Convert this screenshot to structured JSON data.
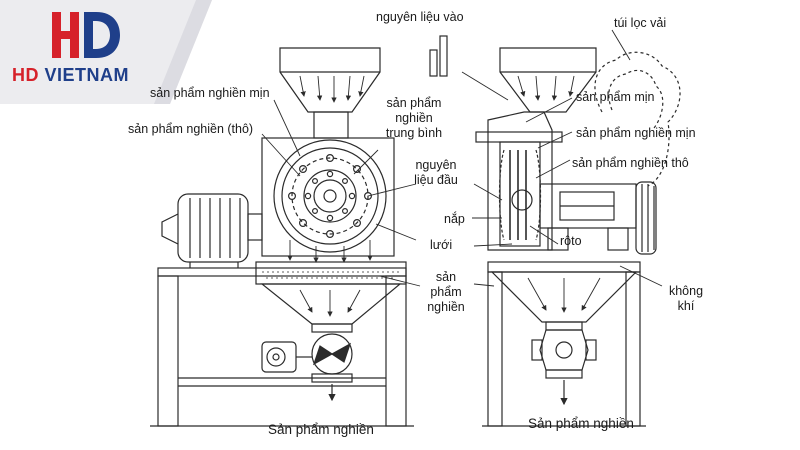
{
  "logo": {
    "brand_hd": "HD",
    "brand_rest": "VIETNAM"
  },
  "labels": {
    "raw_material_in": "nguyên liệu vào",
    "cloth_filter_bag": "túi lọc vải",
    "fine_product_left": "sản phẩm nghiền mịn",
    "coarse_product_left": "sản phẩm nghiền (thô)",
    "medium_product": "sản phẩm nghiền trung bình",
    "initial_material": "nguyên liệu đầu",
    "cover": "nắp",
    "screen": "lưới",
    "ground_product_mid": "sản phẩm nghiền",
    "fine_product_right_1": "sản phẩm mịn",
    "fine_product_right_2": "sản phẩm nghiền mịn",
    "coarse_product_right": "sản phẩm nghiền thô",
    "rotor": "rôto",
    "air": "không khí",
    "output_left": "Sản phẩm nghiền",
    "output_right": "Sản phẩm nghiền"
  },
  "colors": {
    "brand_red": "#d6212a",
    "brand_blue": "#1f3f8a",
    "line": "#2b2b2b"
  },
  "icons": {
    "logo_mark": "hd-monogram-icon"
  }
}
